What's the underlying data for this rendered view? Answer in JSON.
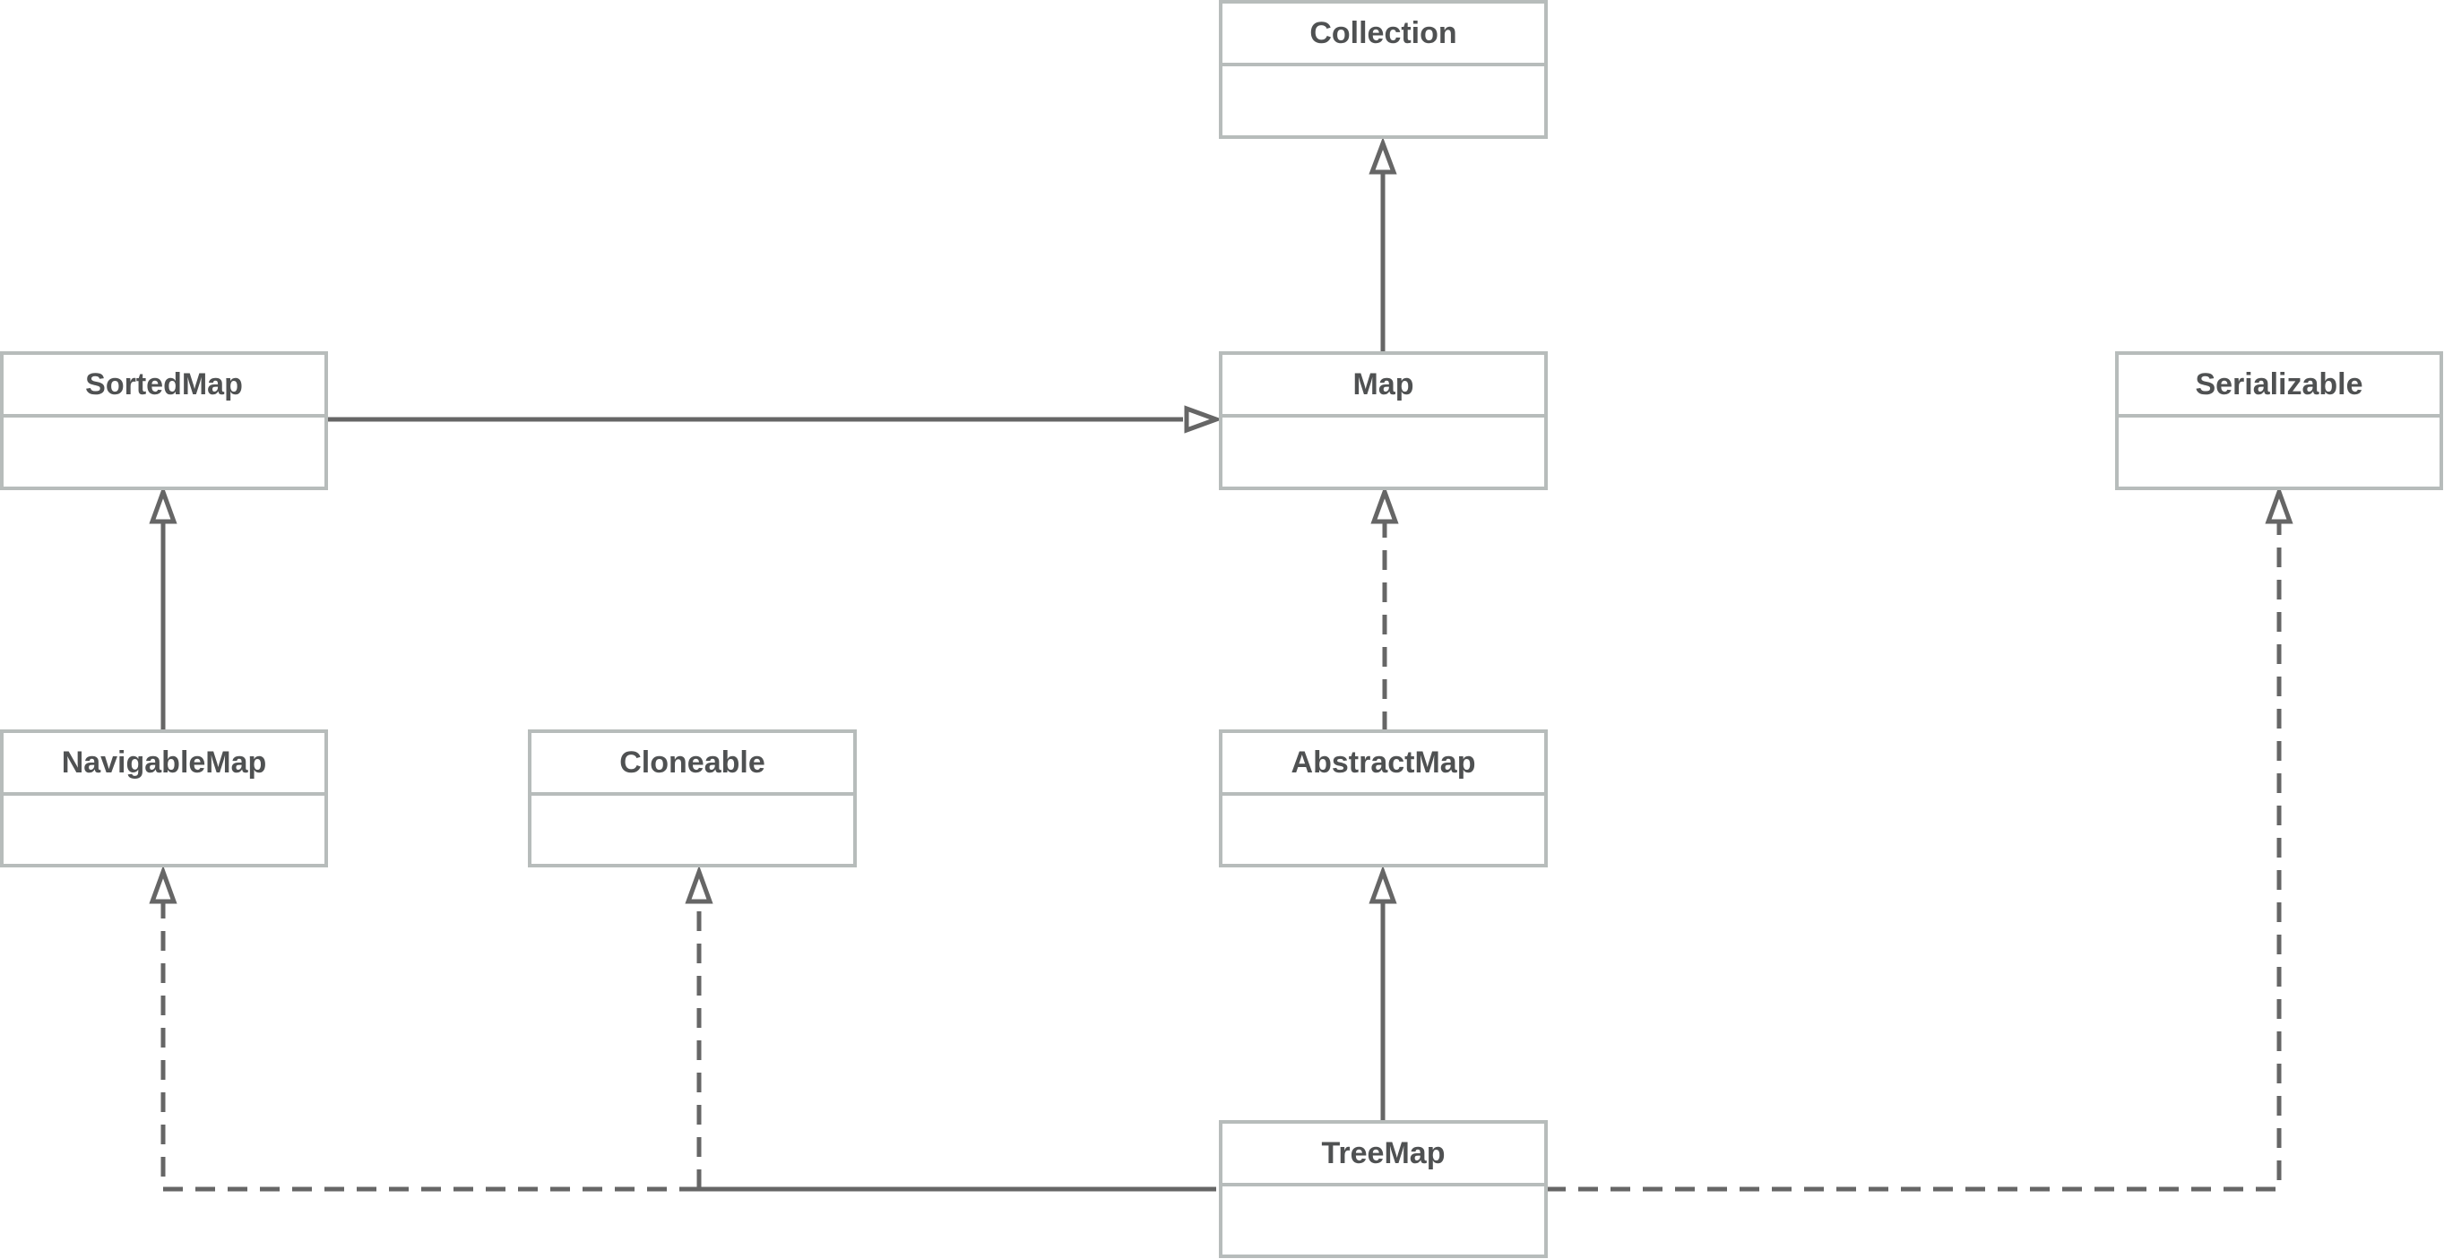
{
  "diagram": {
    "classes": {
      "collection": "Collection",
      "sorted_map": "SortedMap",
      "map": "Map",
      "serializable": "Serializable",
      "navigable_map": "NavigableMap",
      "cloneable": "Cloneable",
      "abstract_map": "AbstractMap",
      "tree_map": "TreeMap"
    },
    "relationships": [
      {
        "from": "Map",
        "to": "Collection",
        "kind": "generalization"
      },
      {
        "from": "SortedMap",
        "to": "Map",
        "kind": "generalization"
      },
      {
        "from": "NavigableMap",
        "to": "SortedMap",
        "kind": "generalization"
      },
      {
        "from": "AbstractMap",
        "to": "Map",
        "kind": "realization"
      },
      {
        "from": "TreeMap",
        "to": "AbstractMap",
        "kind": "generalization"
      },
      {
        "from": "TreeMap",
        "to": "NavigableMap",
        "kind": "realization"
      },
      {
        "from": "TreeMap",
        "to": "Cloneable",
        "kind": "realization"
      },
      {
        "from": "TreeMap",
        "to": "Serializable",
        "kind": "realization"
      }
    ],
    "colors": {
      "box_border": "#b7bcbb",
      "connector": "#666666",
      "label": "#4f5152"
    }
  }
}
